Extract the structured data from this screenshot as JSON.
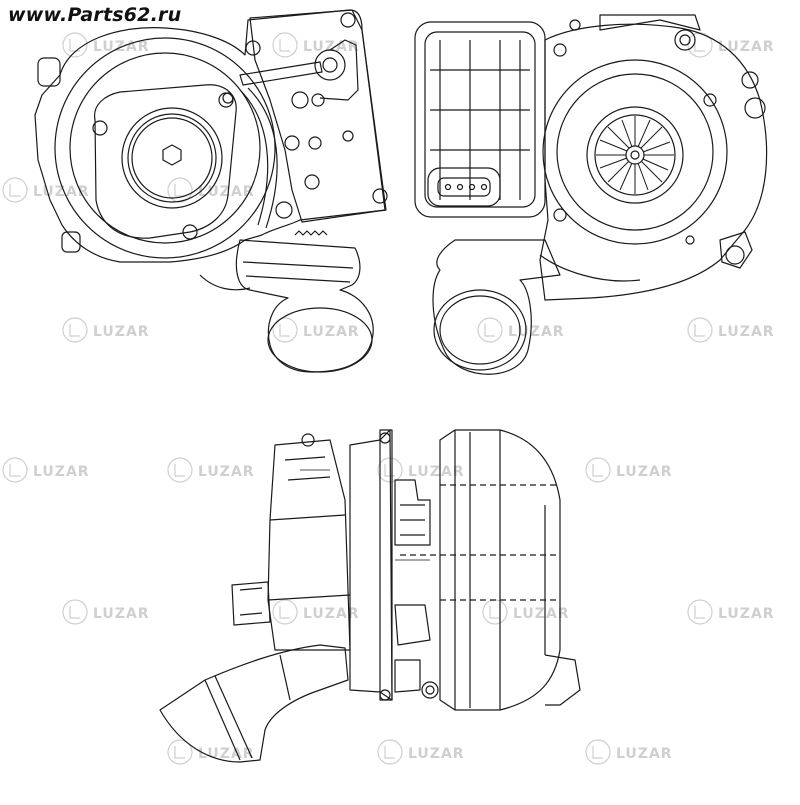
{
  "header": {
    "site_link": "www.Parts62.ru"
  },
  "watermark": {
    "brand": "LUZAR",
    "color": "#cfcfcf"
  },
  "drawing": {
    "line_color": "#1a1a1a",
    "views": [
      "turbocharger-front-view",
      "turbocharger-rear-view",
      "turbocharger-side-view"
    ]
  }
}
